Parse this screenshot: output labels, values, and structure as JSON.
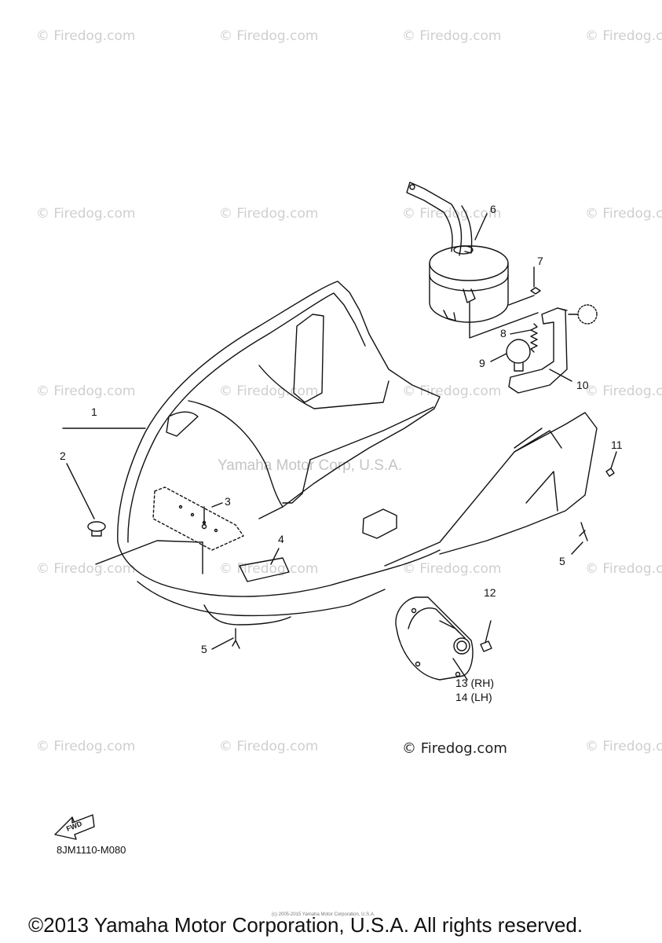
{
  "watermark_text": "© Firedog.com",
  "brand_label": "© Firedog.com",
  "faint_mark": "Yamaha Motor Corp, U.S.A.",
  "part_labels": [
    "1",
    "2",
    "3",
    "4",
    "5",
    "5",
    "6",
    "7",
    "8",
    "9",
    "10",
    "11",
    "12",
    "13 (RH)",
    "14 (LH)"
  ],
  "fwd_label": "FWD",
  "diagram_code": "8JM1110-M080",
  "copyright": "©2013 Yamaha Motor Corporation, U.S.A. All rights reserved.",
  "tiny_copyright": "(c) 2005-2015 Yamaha Motor Corporation, U.S.A."
}
